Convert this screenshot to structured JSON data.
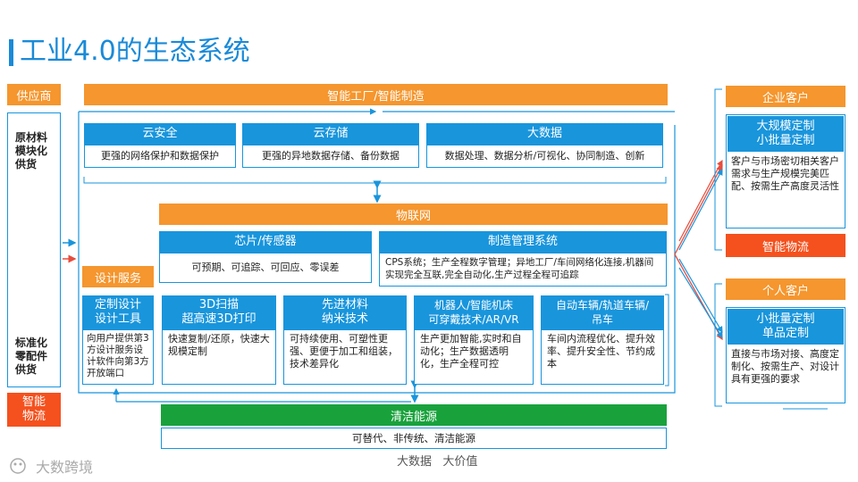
{
  "title": "工业4.0的生态系统",
  "left": {
    "supplier": "供应商",
    "group1": "原材料\n模块化\n供货",
    "group2": "标准化\n零配件\n供货",
    "logistics": "智能\n物流"
  },
  "top_banner": "智能工厂/智能制造",
  "cloud_security": {
    "title": "云安全",
    "desc": "更强的网络保护和数据保护"
  },
  "cloud_storage": {
    "title": "云存储",
    "desc": "更强的异地数据存储、备份数据"
  },
  "big_data": {
    "title": "大数据",
    "desc": "数据处理、数据分析/可视化、协同制造、创新"
  },
  "iot": "物联网",
  "chip": {
    "title": "芯片/传感器",
    "desc": "可预期、可追踪、可回应、零误差"
  },
  "mfg_mgmt": {
    "title": "制造管理系统",
    "desc": "CPS系统；生产全程数字管理；异地工厂/车间网络化连接,机器间实现完全互联,完全自动化,生产过程全程可追踪"
  },
  "design_service": "设计服务",
  "custom_design": {
    "title": "定制设计\n设计工具",
    "desc": "向用户提供第3方设计服务设计软件向第3方开放端口"
  },
  "scan3d": {
    "title": "3D扫描\n超高速3D打印",
    "desc": "快速复制/还原，快速大规模定制"
  },
  "material": {
    "title": "先进材料\n纳米技术",
    "desc": "可持续使用、可塑性更强、更便于加工和组装，技术差异化"
  },
  "robot": {
    "title": "机器人/智能机床\n可穿戴技术/AR/VR",
    "desc": "生产更加智能,实时和自动化；生产数据透明化，生产全程可控"
  },
  "vehicle": {
    "title": "自动车辆/轨道车辆/\n吊车",
    "desc": "车间内流程优化、提升效率、提升安全性、节约成本"
  },
  "clean_energy": {
    "title": "清洁能源",
    "desc": "可替代、非传统、清洁能源"
  },
  "right": {
    "enterprise": "企业客户",
    "large_custom": "大规模定制\n小批量定制",
    "large_desc": "客户与市场密切相关客户需求与生产规模完美匹配、按需生产高度灵活性",
    "logistics": "智能物流",
    "individual": "个人客户",
    "small_custom": "小批量定制\n单品定制",
    "small_desc": "直接与市场对接、高度定制化、按需生产、对设计具有更强的要求"
  },
  "footer": "大数据   大价值",
  "logo": "大数跨境"
}
